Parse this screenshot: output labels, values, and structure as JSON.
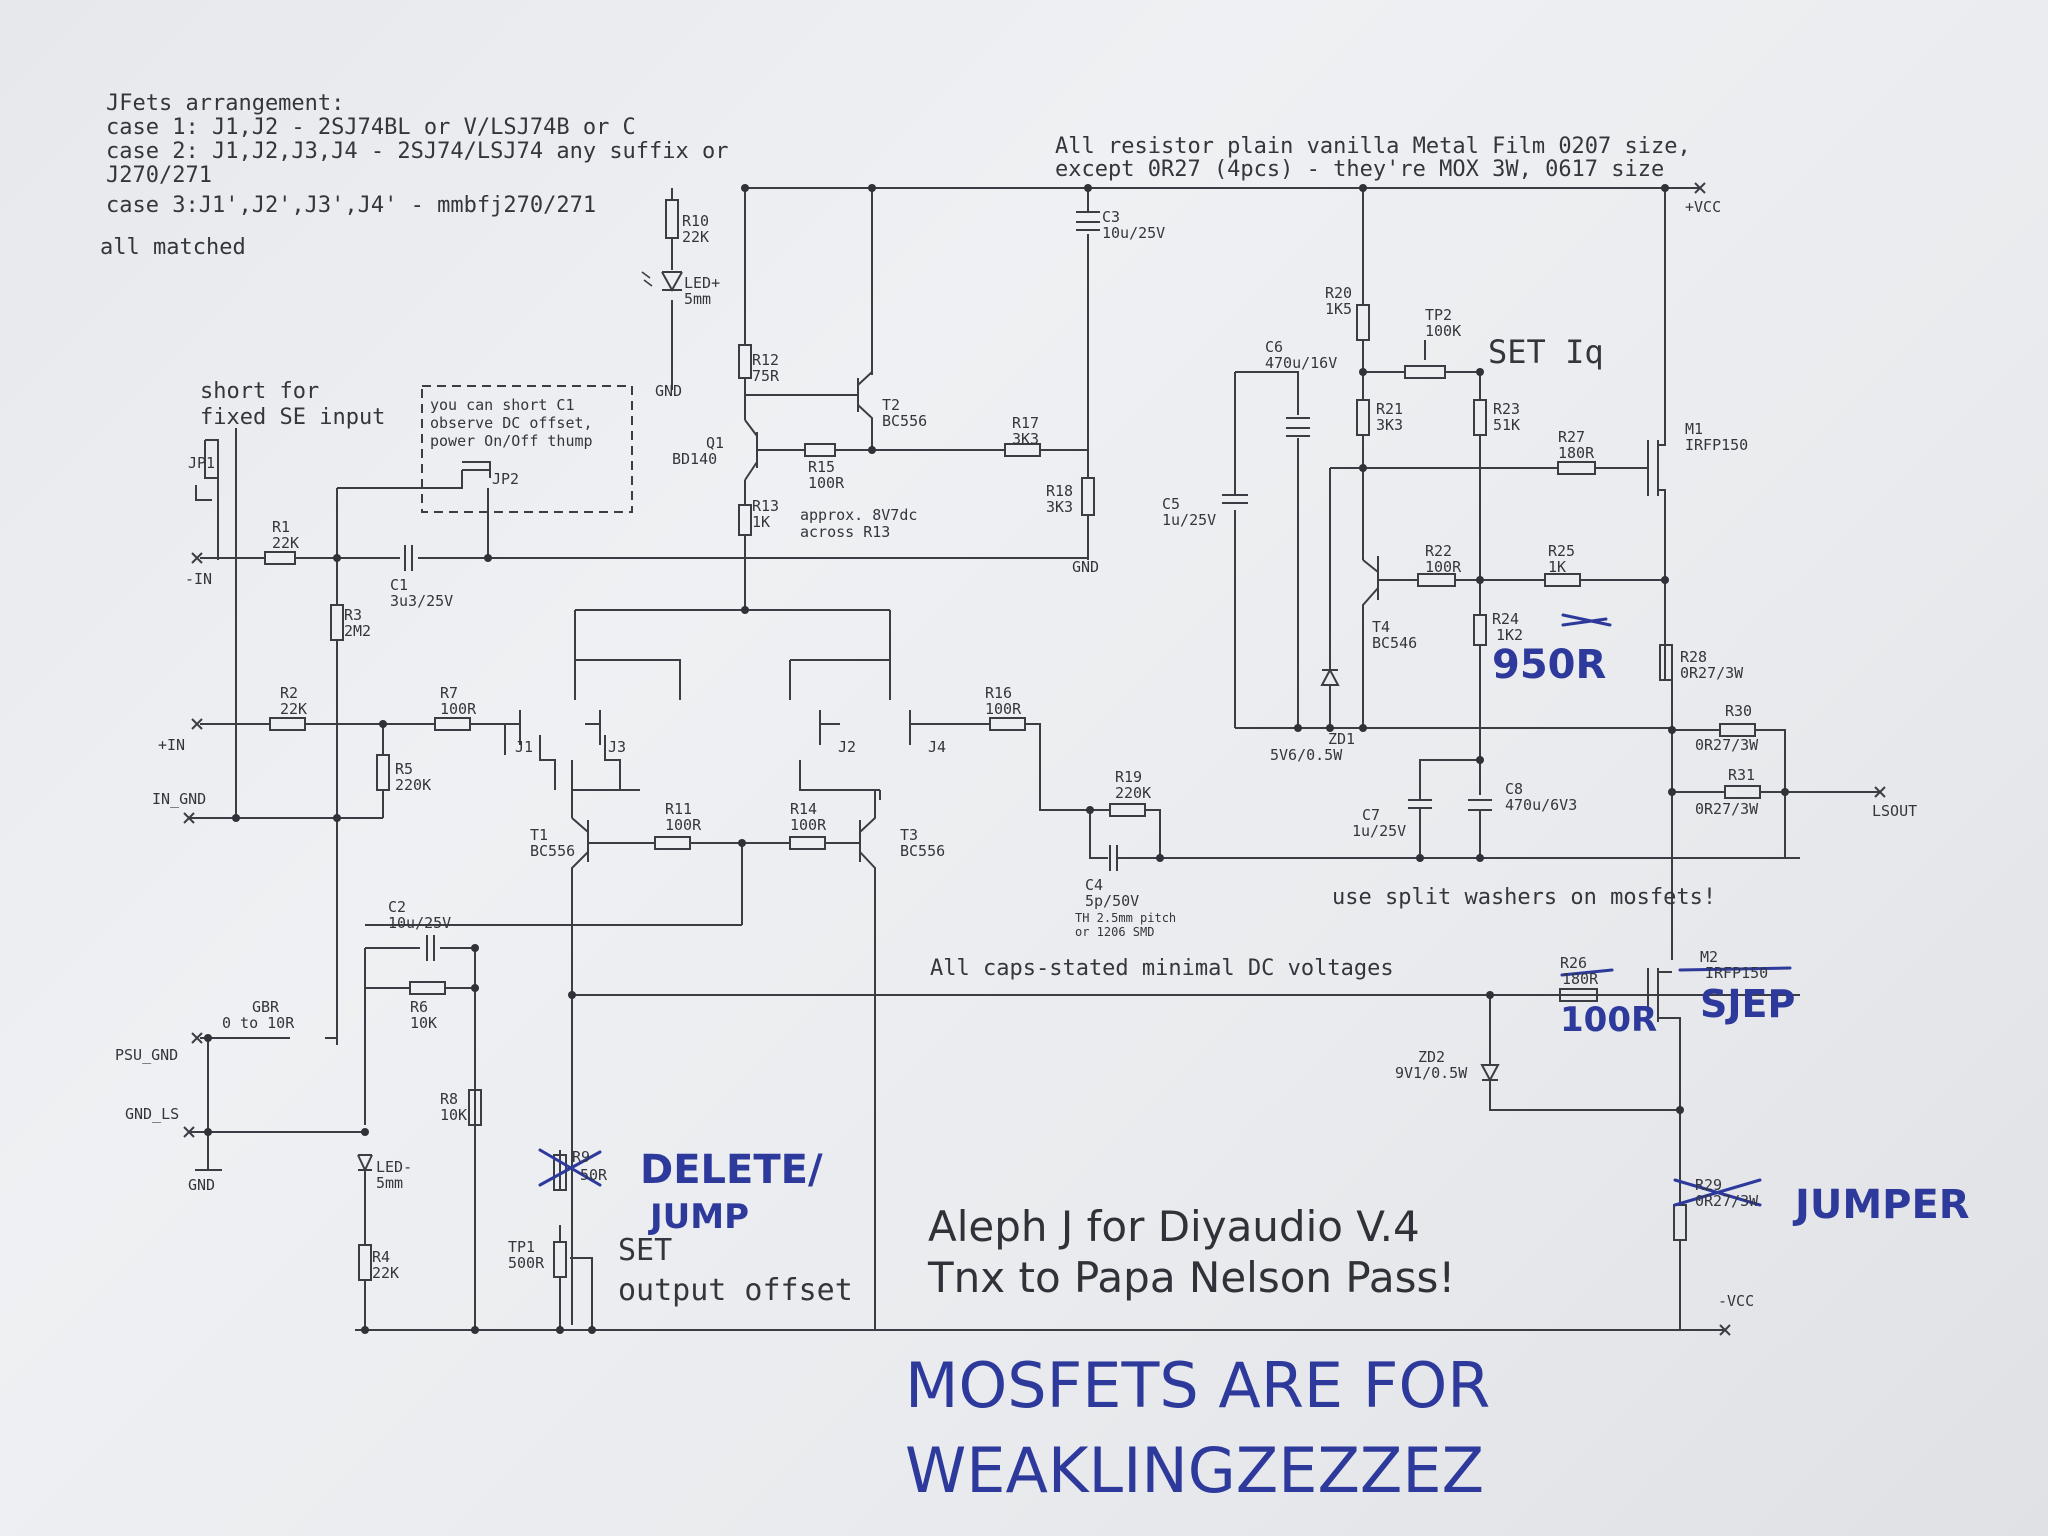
{
  "notes": {
    "jfet_title": "JFets arrangement:",
    "case1": "case 1: J1,J2 - 2SJ74BL or V/LSJ74B or C",
    "case2a": "case 2: J1,J2,J3,J4 - 2SJ74/LSJ74 any suffix or",
    "case2b": "J270/271",
    "case3": "case 3:J1',J2',J3',J4' - mmbfj270/271",
    "matched": "all matched",
    "resistors_a": "All resistor plain vanilla Metal Film 0207 size,",
    "resistors_b": "except 0R27 (4pcs) - they're MOX 3W, 0617 size",
    "short_a": "short for",
    "short_b": "fixed SE input",
    "box_a": "you can short C1",
    "box_b": "observe DC offset,",
    "box_c": "power On/Off thump",
    "approx_a": "approx. 8V7dc",
    "approx_b": "across R13",
    "caps": "All caps-stated minimal DC voltages",
    "washers": "use split washers on mosfets!",
    "set_iq": "SET Iq",
    "set_offset_a": "SET",
    "set_offset_b": "output offset",
    "title_a": "Aleph J for Diyaudio V.4",
    "title_b": "Tnx to Papa Nelson Pass!"
  },
  "handwriting": {
    "r24": "950R",
    "delete_a": "DELETE/",
    "delete_b": "JUMP",
    "r26": "100R",
    "m2": "SJEP",
    "jumper": "JUMPER",
    "footer_a": "MOSFETS ARE FOR",
    "footer_b": "WEAKLINGZEZZEZ"
  },
  "nets": {
    "vcc_pos": "+VCC",
    "vcc_neg": "-VCC",
    "in_neg": "-IN",
    "in_pos": "+IN",
    "in_gnd": "IN_GND",
    "psu_gnd": "PSU_GND",
    "gnd_ls": "GND_LS",
    "lsout": "LSOUT",
    "gnd1": "GND",
    "gnd2": "GND",
    "gnd3": "GND"
  },
  "parts": {
    "r10": "R10",
    "r10v": "22K",
    "ledp": "LED+",
    "ledpv": "5mm",
    "r12": "R12",
    "r12v": "75R",
    "q1": "Q1",
    "q1v": "BD140",
    "r13": "R13",
    "r13v": "1K",
    "r15": "R15",
    "r15v": "100R",
    "t2": "T2",
    "t2v": "BC556",
    "r17": "R17",
    "r17v": "3K3",
    "r18": "R18",
    "r18v": "3K3",
    "c3": "C3",
    "c3v": "10u/25V",
    "jp1": "JP1",
    "jp2": "JP2",
    "r1": "R1",
    "r1v": "22K",
    "c1": "C1",
    "c1v": "3u3/25V",
    "r3": "R3",
    "r3v": "2M2",
    "r2": "R2",
    "r2v": "22K",
    "r5": "R5",
    "r5v": "220K",
    "r7": "R7",
    "r7v": "100R",
    "j1": "J1",
    "j2": "J2",
    "j3": "J3",
    "j4": "J4",
    "r16": "R16",
    "r16v": "100R",
    "t1": "T1",
    "t1v": "BC556",
    "t3": "T3",
    "t3v": "BC556",
    "r11": "R11",
    "r11v": "100R",
    "r14": "R14",
    "r14v": "100R",
    "r19": "R19",
    "r19v": "220K",
    "c4": "C4",
    "c4v": "5p/50V",
    "c4n1": "TH 2.5mm pitch",
    "c4n2": "or 1206 SMD",
    "c2": "C2",
    "c2v": "10u/25V",
    "r6": "R6",
    "r6v": "10K",
    "gbr": "GBR",
    "gbrv": "0 to 10R",
    "r8": "R8",
    "r8v": "10K",
    "ledm": "LED-",
    "ledmv": "5mm",
    "r4": "R4",
    "r4v": "22K",
    "r9": "R9",
    "r9v": "50R",
    "tp1": "TP1",
    "tp1v": "500R",
    "r20": "R20",
    "r20v": "1K5",
    "c6": "C6",
    "c6v": "470u/16V",
    "tp2": "TP2",
    "tp2v": "100K",
    "r21": "R21",
    "r21v": "3K3",
    "r23": "R23",
    "r23v": "51K",
    "c5": "C5",
    "c5v": "1u/25V",
    "r27": "R27",
    "r27v": "180R",
    "m1": "M1",
    "m1v": "IRFP150",
    "t4": "T4",
    "t4v": "BC546",
    "r22": "R22",
    "r22v": "100R",
    "r25": "R25",
    "r25v": "1K",
    "r24": "R24",
    "r24v": "1K2",
    "zd1": "ZD1",
    "zd1v": "5V6/0.5W",
    "r28": "R28",
    "r28v": "0R27/3W",
    "r30": "R30",
    "r30v": "0R27/3W",
    "r31": "R31",
    "r31v": "0R27/3W",
    "c7": "C7",
    "c7v": "1u/25V",
    "c8": "C8",
    "c8v": "470u/6V3",
    "r26": "R26",
    "r26v": "180R",
    "m2": "M2",
    "m2v": "IRFP150",
    "zd2": "ZD2",
    "zd2v": "9V1/0.5W",
    "r29": "R29",
    "r29v": "0R27/3W"
  }
}
